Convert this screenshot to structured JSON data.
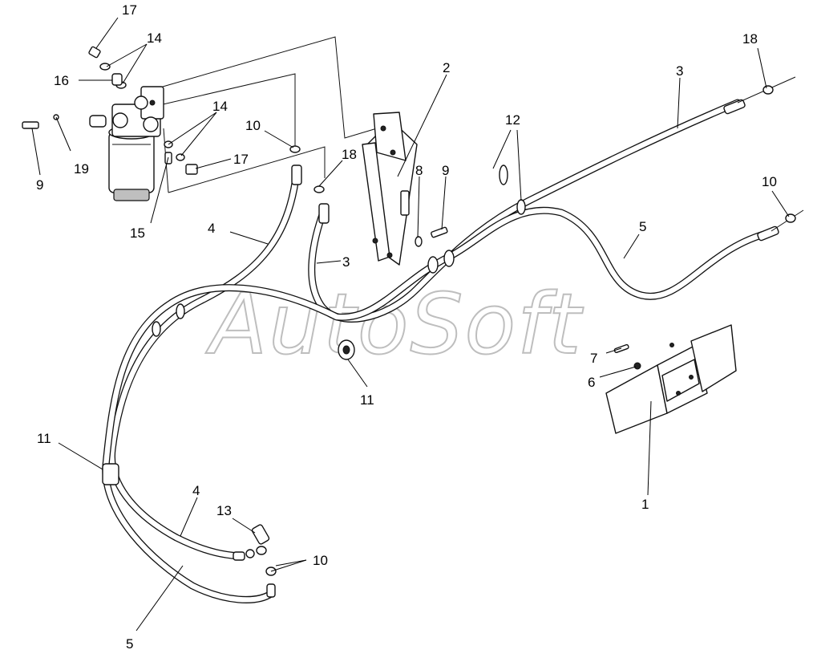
{
  "watermark": {
    "text": "AutoSoft"
  },
  "callouts": {
    "c1": "1",
    "c2": "2",
    "c3a": "3",
    "c3b": "3",
    "c4a": "4",
    "c4b": "4",
    "c5a": "5",
    "c5b": "5",
    "c6": "6",
    "c7": "7",
    "c8": "8",
    "c9a": "9",
    "c9b": "9",
    "c10a": "10",
    "c10b": "10",
    "c10c": "10",
    "c11a": "11",
    "c11b": "11",
    "c12": "12",
    "c13": "13",
    "c14a": "14",
    "c14b": "14",
    "c15": "15",
    "c16": "16",
    "c17a": "17",
    "c17b": "17",
    "c18a": "18",
    "c18b": "18",
    "c19": "19"
  }
}
